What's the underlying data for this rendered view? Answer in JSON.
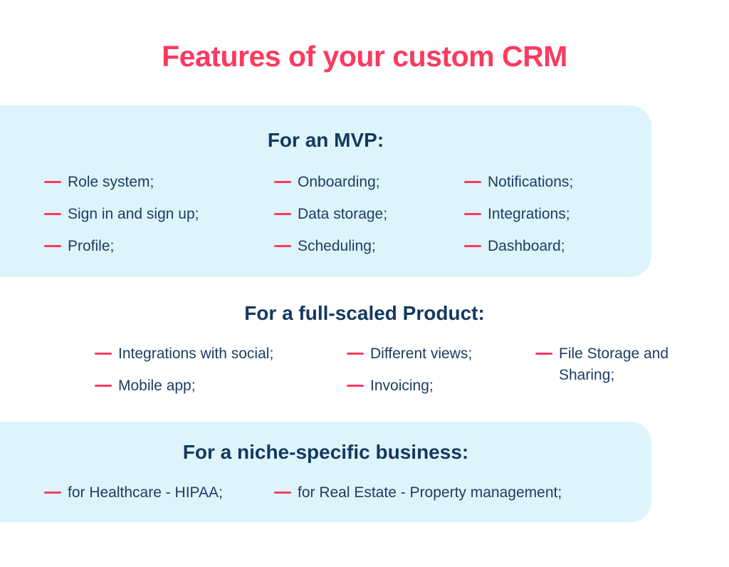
{
  "page": {
    "title": "Features of your custom CRM"
  },
  "colors": {
    "accent": "#fb3a5f",
    "navy": "#1d3d63",
    "heading": "#14395f",
    "card_bg": "#ddf4fb"
  },
  "sections": [
    {
      "id": "mvp",
      "title": "For an MVP:",
      "card": true,
      "columns": [
        [
          "Role system;",
          "Sign in and sign up;",
          "Profile;"
        ],
        [
          "Onboarding;",
          "Data storage;",
          "Scheduling;"
        ],
        [
          "Notifications;",
          "Integrations;",
          "Dashboard;"
        ]
      ]
    },
    {
      "id": "full-scaled-product",
      "title": "For a full-scaled Product:",
      "card": false,
      "columns": [
        [
          "Integrations with social;",
          "Mobile app;"
        ],
        [
          "Different views;",
          "Invoicing;"
        ],
        [
          "File Storage and Sharing;"
        ]
      ]
    },
    {
      "id": "niche-specific-business",
      "title": "For a niche-specific business:",
      "card": true,
      "columns": [
        [
          "for Healthcare - HIPAA;"
        ],
        [
          "for Real Estate - Property management;"
        ]
      ]
    }
  ]
}
